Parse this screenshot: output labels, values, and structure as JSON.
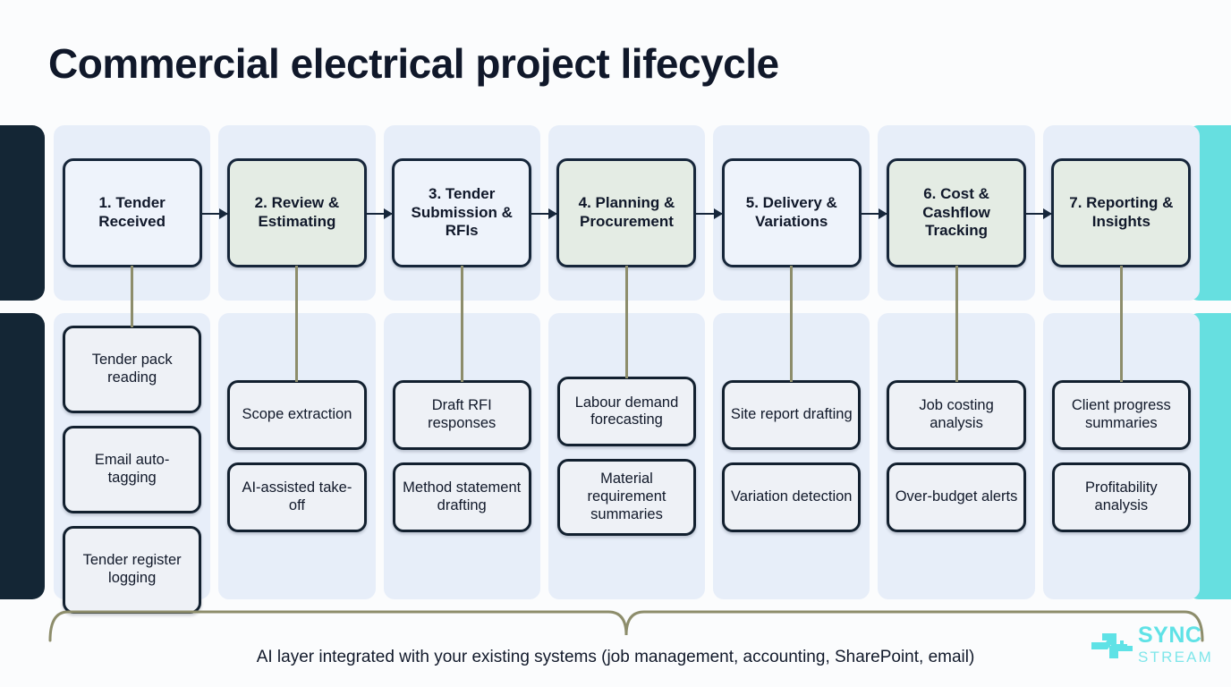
{
  "title": "Commercial electrical project lifecycle",
  "caption": "AI layer integrated with your existing systems (job management, accounting, SharePoint, email)",
  "colors": {
    "navy_accent": "#142635",
    "teal_accent": "#66dfe0",
    "panel_bg": "#e7eef9",
    "stage_blue": "#eef3fb",
    "stage_green": "#e4ece4",
    "card_border": "#16263a",
    "stem_olive": "#8d8d6b",
    "page_bg": "#fbfcfd"
  },
  "logo": {
    "mark": "syncstream-logo-icon",
    "line1": "SYNC",
    "line2": "STREAM"
  },
  "columns": [
    {
      "stage": "1. Tender Received",
      "stage_tone": "blue",
      "items": [
        "Tender pack reading",
        "Email auto-tagging",
        "Tender register logging"
      ]
    },
    {
      "stage": "2. Review & Estimating",
      "stage_tone": "green",
      "items": [
        "Scope extraction",
        "AI-assisted take-off"
      ]
    },
    {
      "stage": "3. Tender Submission & RFIs",
      "stage_tone": "blue",
      "items": [
        "Draft RFI responses",
        "Method statement drafting"
      ]
    },
    {
      "stage": "4. Planning & Procurement",
      "stage_tone": "green",
      "items": [
        "Labour demand forecasting",
        "Material requirement summaries"
      ]
    },
    {
      "stage": "5. Delivery & Variations",
      "stage_tone": "blue",
      "items": [
        "Site report drafting",
        "Variation detection"
      ]
    },
    {
      "stage": "6. Cost & Cashflow Tracking",
      "stage_tone": "green",
      "items": [
        "Job costing analysis",
        "Over-budget alerts"
      ]
    },
    {
      "stage": "7. Reporting & Insights",
      "stage_tone": "green",
      "items": [
        "Client progress summaries",
        "Profitability analysis"
      ]
    }
  ]
}
